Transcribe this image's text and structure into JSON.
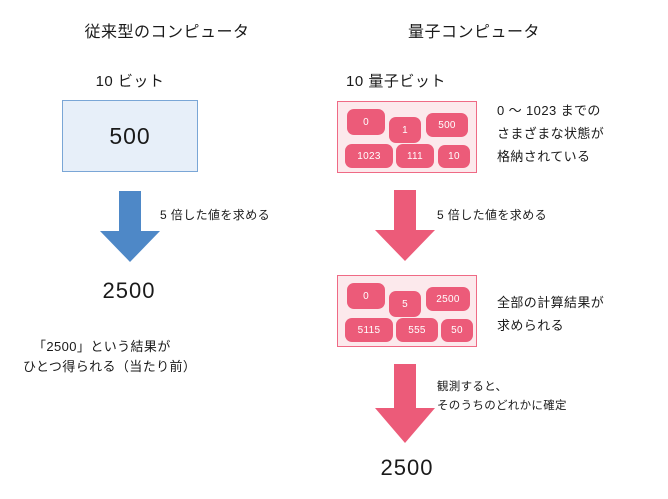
{
  "colors": {
    "classical_accent": "#4e88c7",
    "classical_box_border": "#7aa6d6",
    "classical_box_fill": "#e7eff9",
    "quantum_accent": "#ec5b79",
    "quantum_box_border": "#ef6a85",
    "quantum_box_fill": "#fce9ec",
    "text": "#1a1a1a",
    "background": "#ffffff"
  },
  "classical": {
    "title": "従来型のコンピュータ",
    "bit_label": "10 ビット",
    "box_value": "500",
    "arrow_caption": "5 倍した値を求める",
    "result_value": "2500",
    "note_line1": "「2500」という結果が",
    "note_line2": "ひとつ得られる（当たり前）"
  },
  "quantum": {
    "title": "量子コンピュータ",
    "bit_label": "10 量子ビット",
    "register_pills": [
      "0",
      "1",
      "500",
      "1023",
      "111",
      "10"
    ],
    "register_note_line1": "0 〜 1023 までの",
    "register_note_line2": "さまざまな状態が",
    "register_note_line3": "格納されている",
    "arrow1_caption": "5 倍した値を求める",
    "result_pills": [
      "0",
      "5",
      "2500",
      "5115",
      "555",
      "50"
    ],
    "result_note_line1": "全部の計算結果が",
    "result_note_line2": "求められる",
    "arrow2_caption_line1": "観測すると、",
    "arrow2_caption_line2": "そのうちのどれかに確定",
    "final_value": "2500"
  }
}
